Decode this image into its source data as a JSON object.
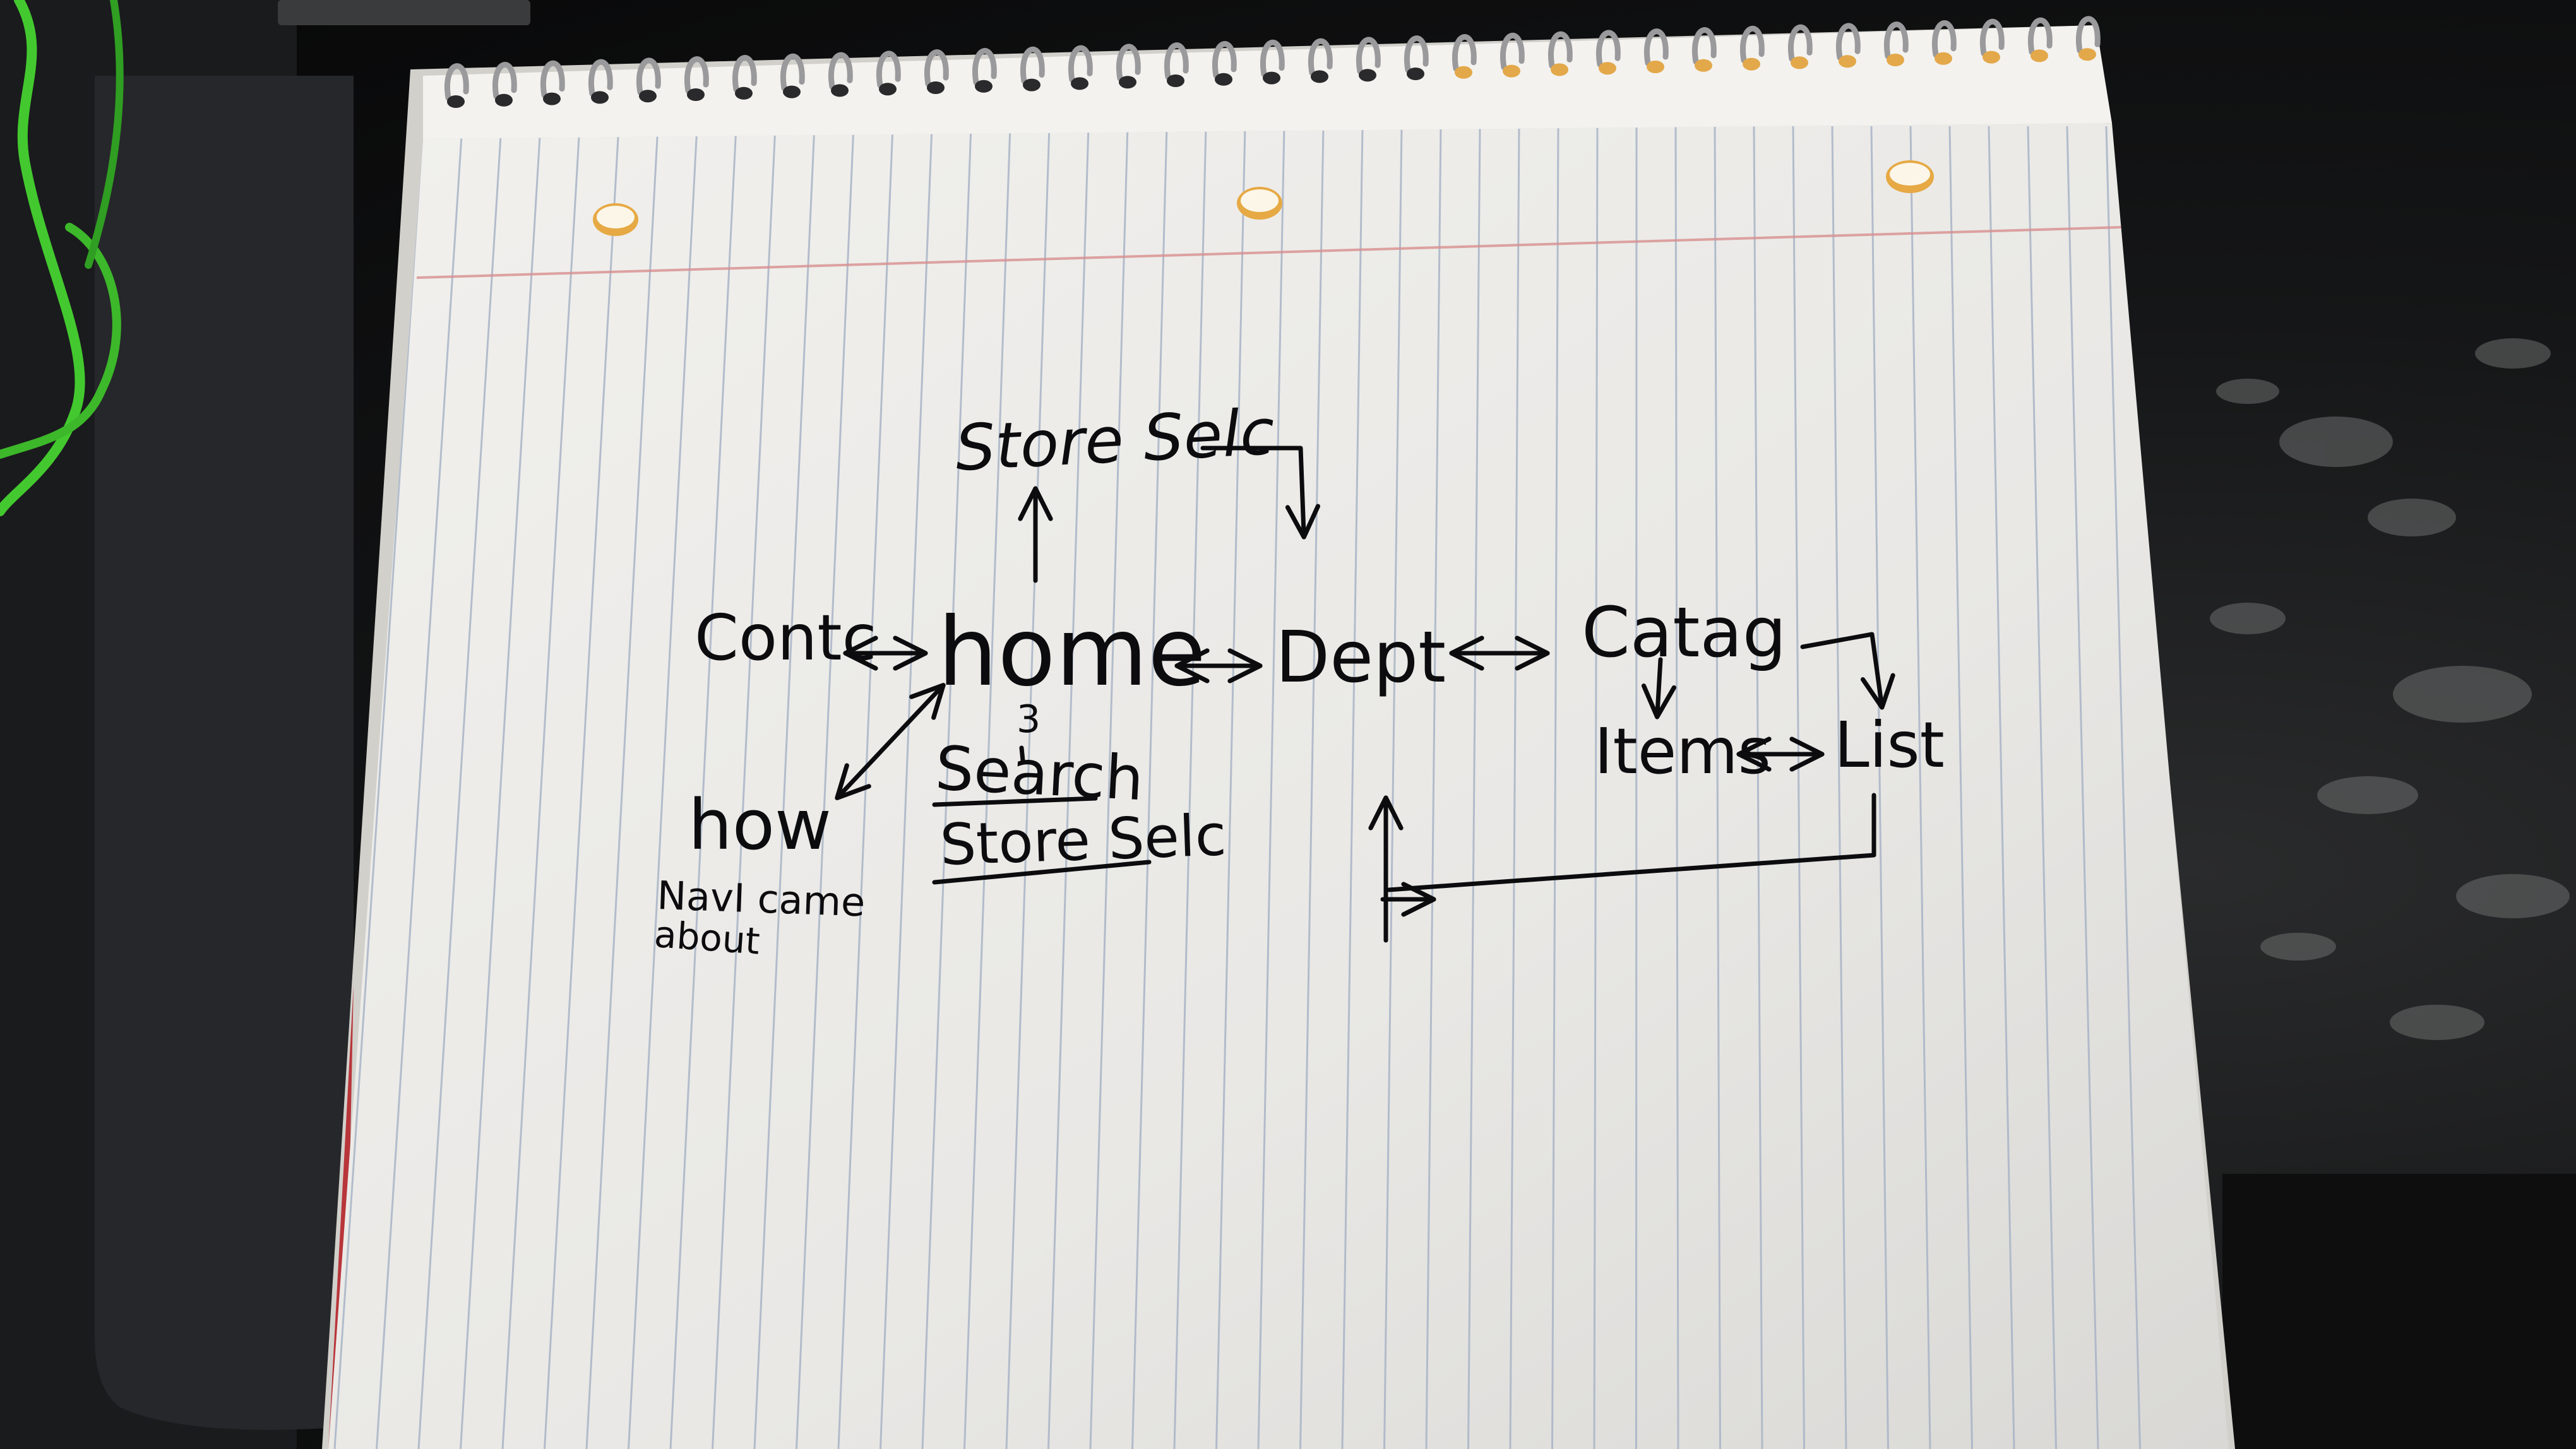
{
  "sketch": {
    "medium": "handwritten ink on spiral-bound ruled notepad",
    "colors": {
      "paper": "#ecebe8",
      "rule_line": "#a9b4c6",
      "margin_line": "#d88f8f",
      "ink": "#0c0c0f",
      "desk": "#151617",
      "cable": "#43c92f"
    },
    "nodes": {
      "store_selc_top": "Store Selc",
      "contact": "Contc",
      "home": "home",
      "home_mark": "3",
      "search": "Search",
      "store_selc_under": "Store Selc",
      "how": "how",
      "nav_note_line1": "NavI came",
      "nav_note_line2": "about",
      "dept": "Dept",
      "catag": "Catag",
      "items": "Items",
      "list": "List"
    },
    "connectors": [
      {
        "from": "home",
        "to": "store_selc_top",
        "type": "one-way"
      },
      {
        "from": "store_selc_top",
        "to": "dept",
        "type": "one-way"
      },
      {
        "from": "contact",
        "to": "home",
        "type": "two-way"
      },
      {
        "from": "home",
        "to": "how",
        "type": "two-way"
      },
      {
        "from": "home",
        "to": "dept",
        "type": "two-way"
      },
      {
        "from": "dept",
        "to": "catag",
        "type": "two-way"
      },
      {
        "from": "catag",
        "to": "items",
        "type": "one-way"
      },
      {
        "from": "catag",
        "to": "list",
        "type": "one-way"
      },
      {
        "from": "items",
        "to": "list",
        "type": "two-way"
      },
      {
        "from": "list",
        "to": "dept",
        "type": "one-way"
      }
    ]
  }
}
